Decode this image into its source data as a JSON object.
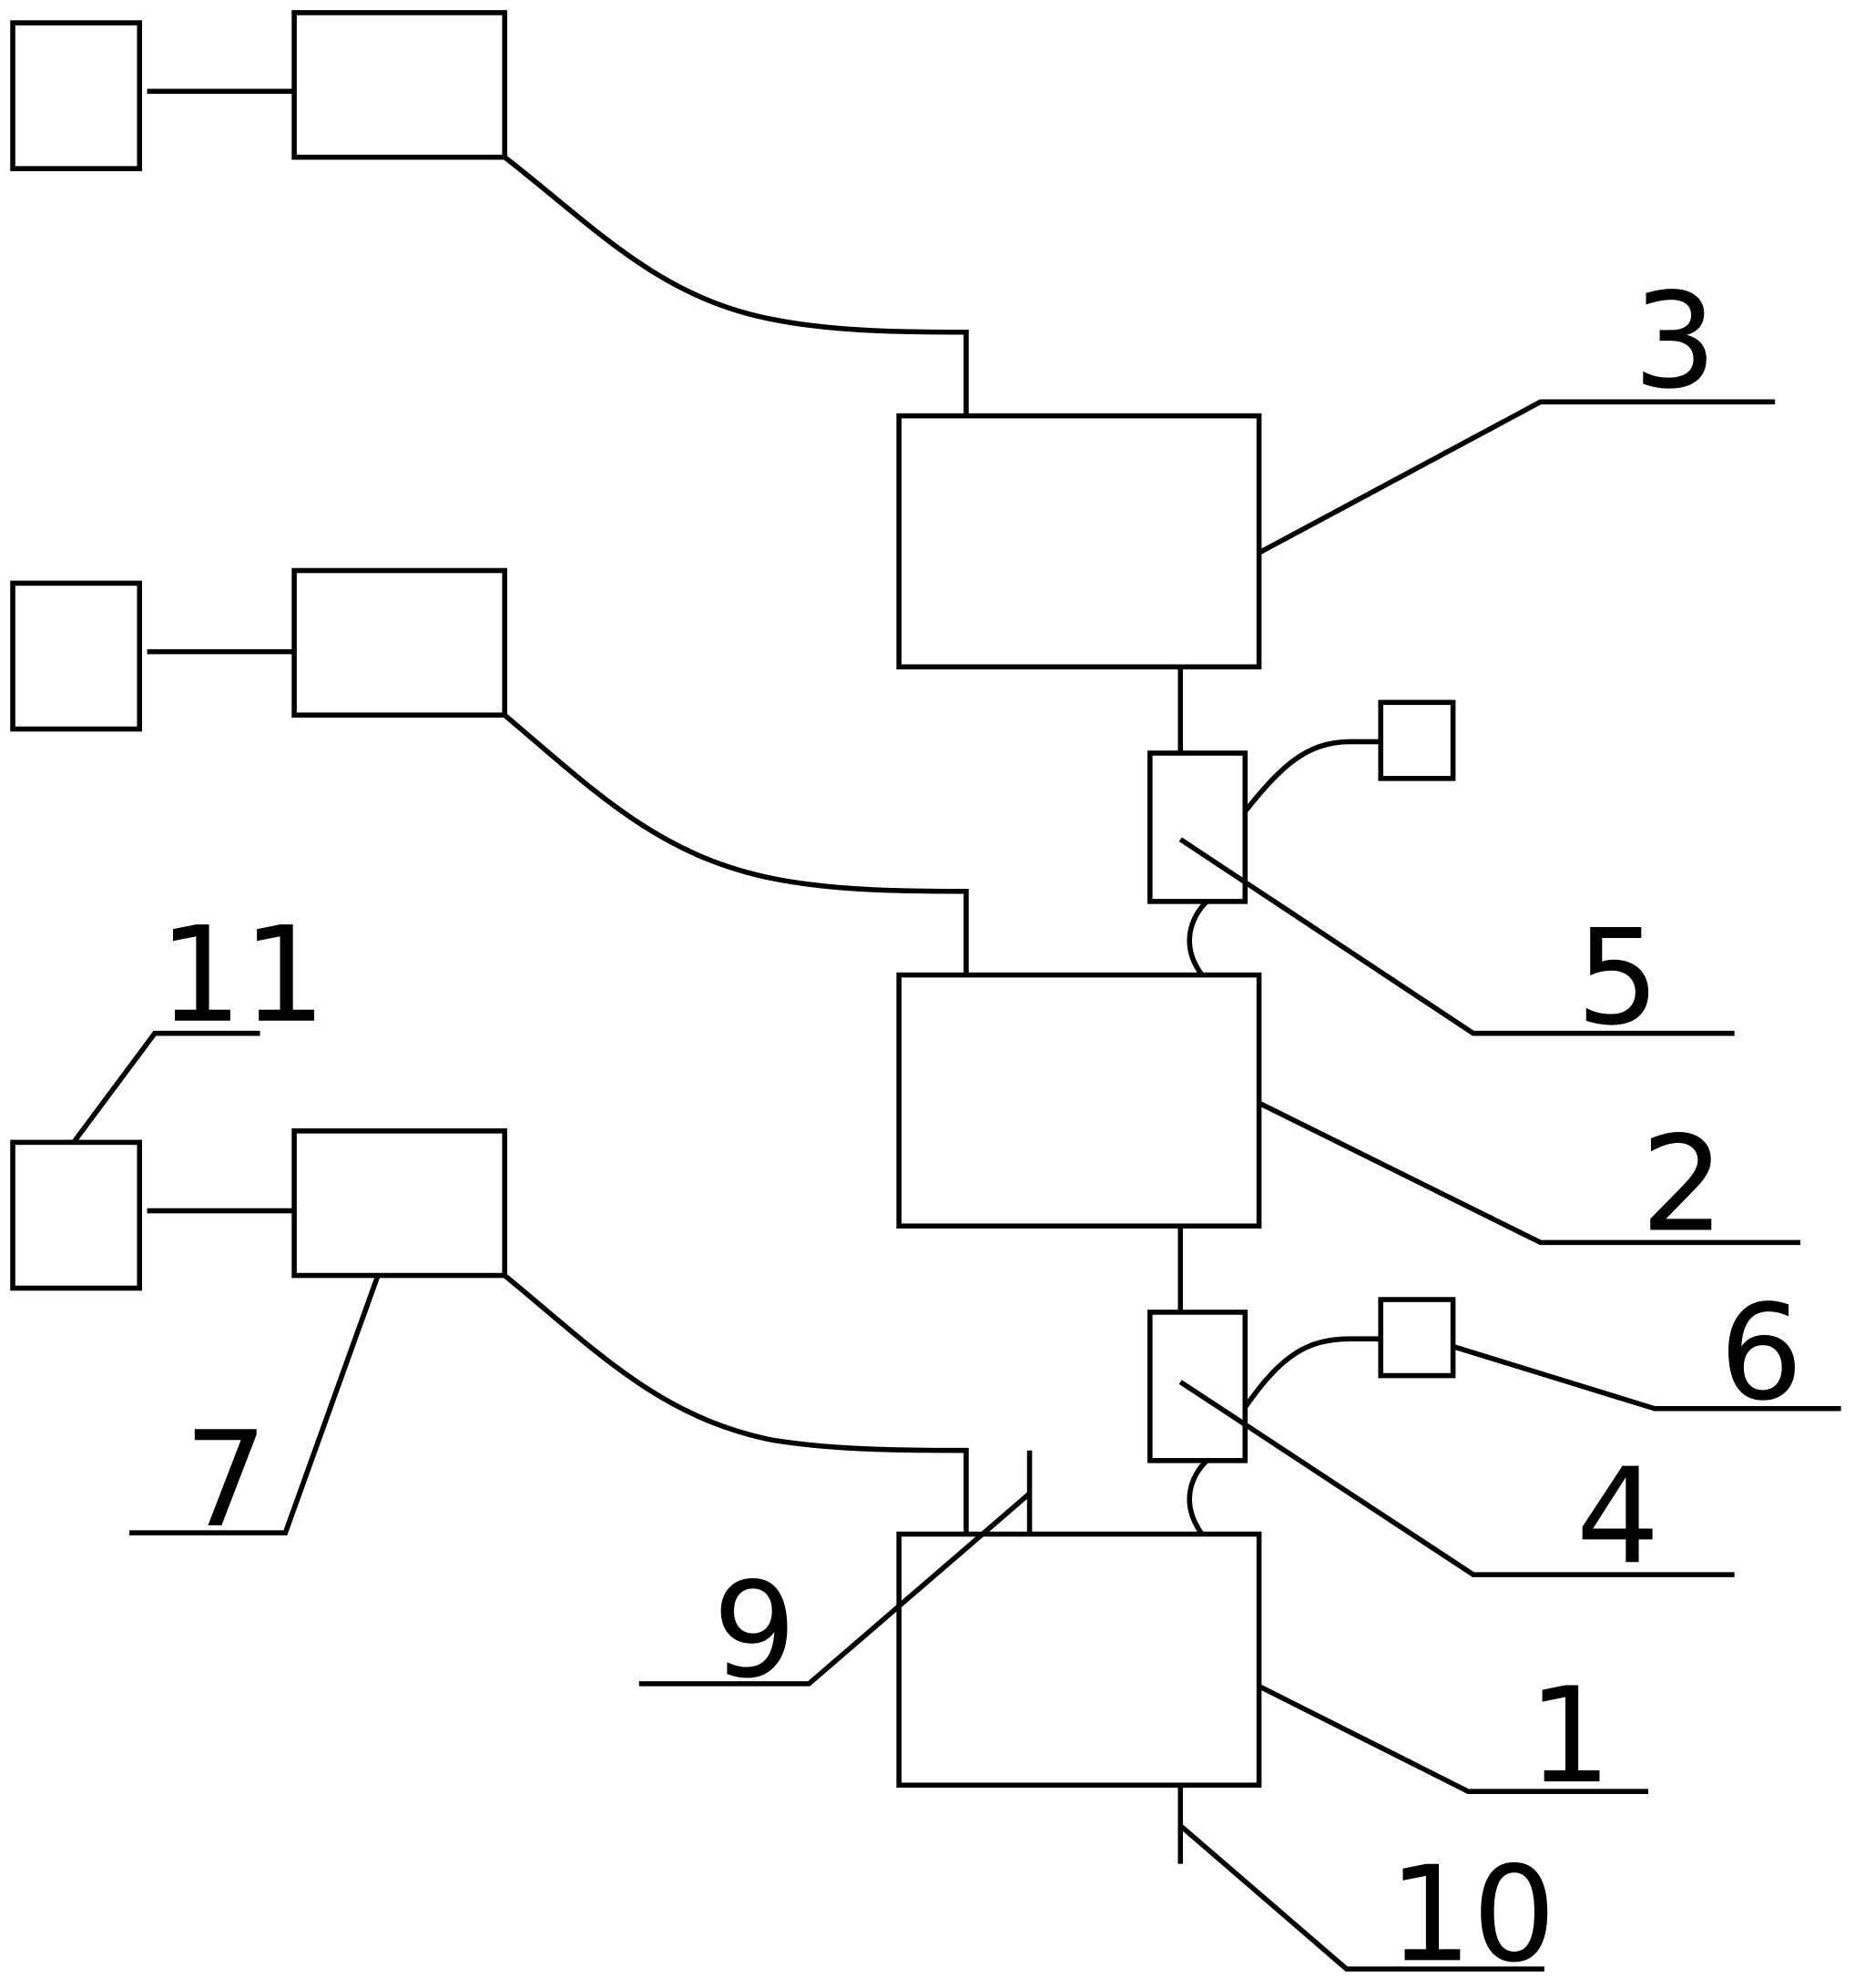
{
  "diagram": {
    "labels": {
      "label_1": "1",
      "label_2": "2",
      "label_3": "3",
      "label_4": "4",
      "label_5": "5",
      "label_6": "6",
      "label_7": "7",
      "label_9": "9",
      "label_10": "10",
      "label_11": "11"
    },
    "line_color": "#000000",
    "background_color": "#ffffff"
  }
}
